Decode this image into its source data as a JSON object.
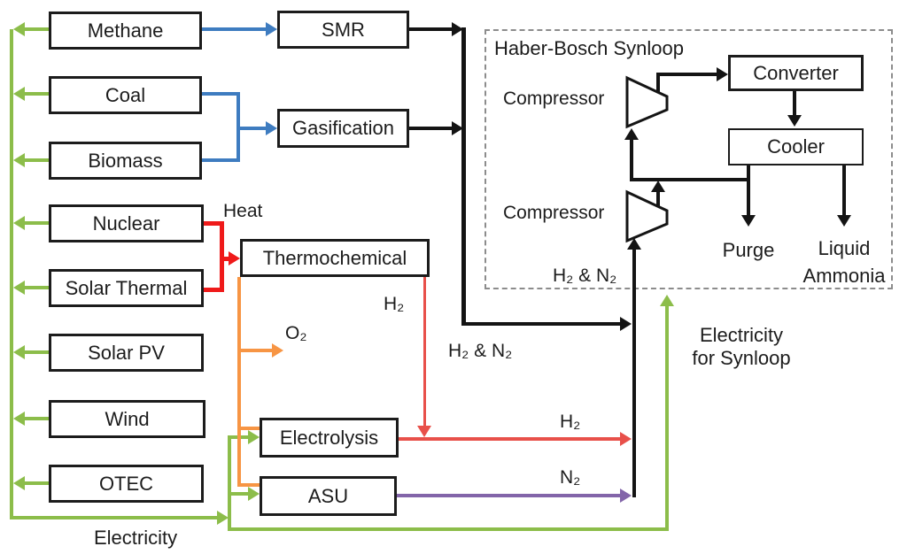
{
  "sources": {
    "methane": "Methane",
    "coal": "Coal",
    "biomass": "Biomass",
    "nuclear": "Nuclear",
    "solar_thermal": "Solar Thermal",
    "solar_pv": "Solar PV",
    "wind": "Wind",
    "otec": "OTEC"
  },
  "processes": {
    "smr": "SMR",
    "gasification": "Gasification",
    "thermochemical": "Thermochemical",
    "electrolysis": "Electrolysis",
    "asu": "ASU"
  },
  "synloop": {
    "title": "Haber-Bosch Synloop",
    "compressor_top": "Compressor",
    "compressor_bottom": "Compressor",
    "converter": "Converter",
    "cooler": "Cooler",
    "purge": "Purge",
    "liquid_line1": "Liquid",
    "liquid_line2": "Ammonia"
  },
  "flow_labels": {
    "heat": "Heat",
    "oxygen": "O₂",
    "hydrogen_thermochemical": "H₂",
    "h2_n2_feed": "H₂ & N₂",
    "h2_n2_synloop": "H₂ & N₂",
    "hydrogen_electrolysis": "H₂",
    "nitrogen_asu": "N₂",
    "electricity": "Electricity",
    "electricity_synloop_line1": "Electricity",
    "electricity_synloop_line2": "for Synloop"
  },
  "colors": {
    "electricity_green": "#8cbd4a",
    "feedstock_blue": "#3e7cc0",
    "heat_red": "#ef1a1a",
    "hydrogen_red": "#e8504a",
    "oxygen_orange": "#f79544",
    "nitrogen_purple": "#8365a9",
    "flow_black": "#141414"
  }
}
